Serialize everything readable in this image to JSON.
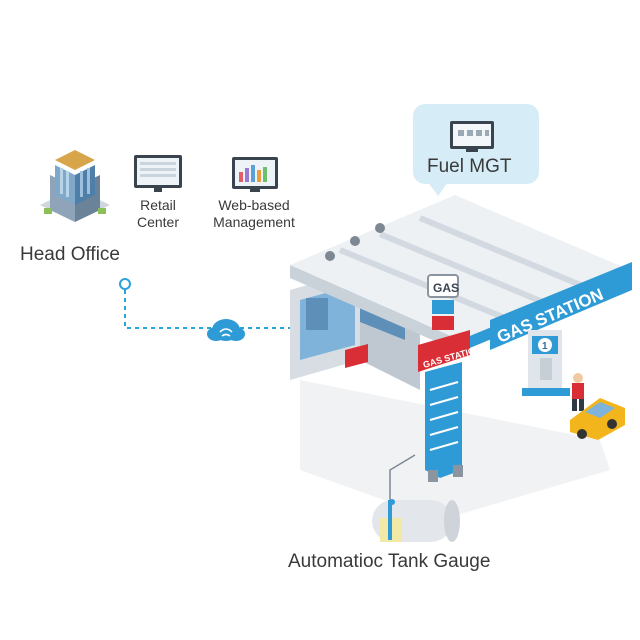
{
  "labels": {
    "head_office": "Head Office",
    "retail_center_line1": "Retail",
    "retail_center_line2": "Center",
    "web_mgmt_line1": "Web-based",
    "web_mgmt_line2": "Management",
    "fuel_mgt": "Fuel MGT",
    "tank_gauge": "Automatioc Tank Gauge"
  },
  "signage": {
    "gas_sign": "GAS",
    "pole_sign": "GAS STATION",
    "canopy_sign": "GAS STATION",
    "pump_number": "1"
  },
  "colors": {
    "accent_blue": "#2f9bd6",
    "dashed_link": "#2aa3d9",
    "bubble": "#d6ecf6",
    "red_accent": "#e02b35",
    "taxi_yellow": "#f2b51c"
  }
}
